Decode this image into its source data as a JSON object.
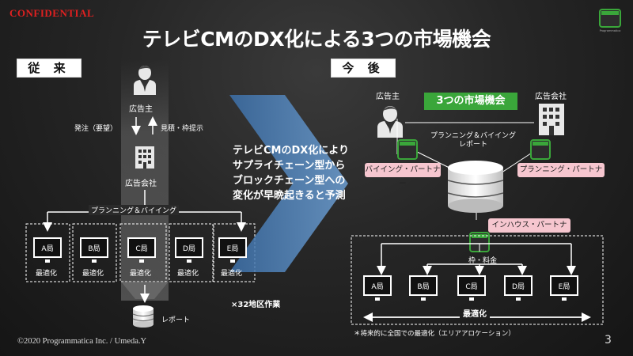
{
  "confidential": "CONFIDENTIAL",
  "title": "テレビCMのDX化による3つの市場機会",
  "left": {
    "header": "従 来",
    "advertiser": "広告主",
    "order": "発注（要望）",
    "estimate": "見積・枠提示",
    "agency": "広告会社",
    "planning": "プランニング＆バイイング",
    "stations": [
      "A局",
      "B局",
      "C局",
      "D局",
      "E局"
    ],
    "optimize": "最適化",
    "report": "レポート",
    "regions": "×32地区作業"
  },
  "center": {
    "lines": [
      "テレビCMのDX化により",
      "サプライチェーン型から",
      "ブロックチェーン型への",
      "変化が早晩起きると予測"
    ]
  },
  "right": {
    "header": "今 後",
    "advertiser": "広告主",
    "agency": "広告会社",
    "opportunity": "3つの市場機会",
    "planning_report": [
      "プランニング＆バイイング",
      "レポート"
    ],
    "buying_partner": "バイイング・パートナー",
    "planning_partner": "プランニング・パートナー",
    "inhouse_partner": "インハウス・パートナー",
    "frame_fee": "枠・料金",
    "stations": [
      "A局",
      "B局",
      "C局",
      "D局",
      "E局"
    ],
    "optimize": "最適化",
    "note": "＊将来的に全国での最適化（エリアアロケーション）"
  },
  "footer": "©2020  Programmatica Inc.  / Umeda.Y",
  "page_number": "3",
  "colors": {
    "accent_green": "#3aa63a",
    "pink": "#f6c6cf",
    "confidential_red": "#e02020",
    "arrow_blue": "#5b8fc7"
  }
}
